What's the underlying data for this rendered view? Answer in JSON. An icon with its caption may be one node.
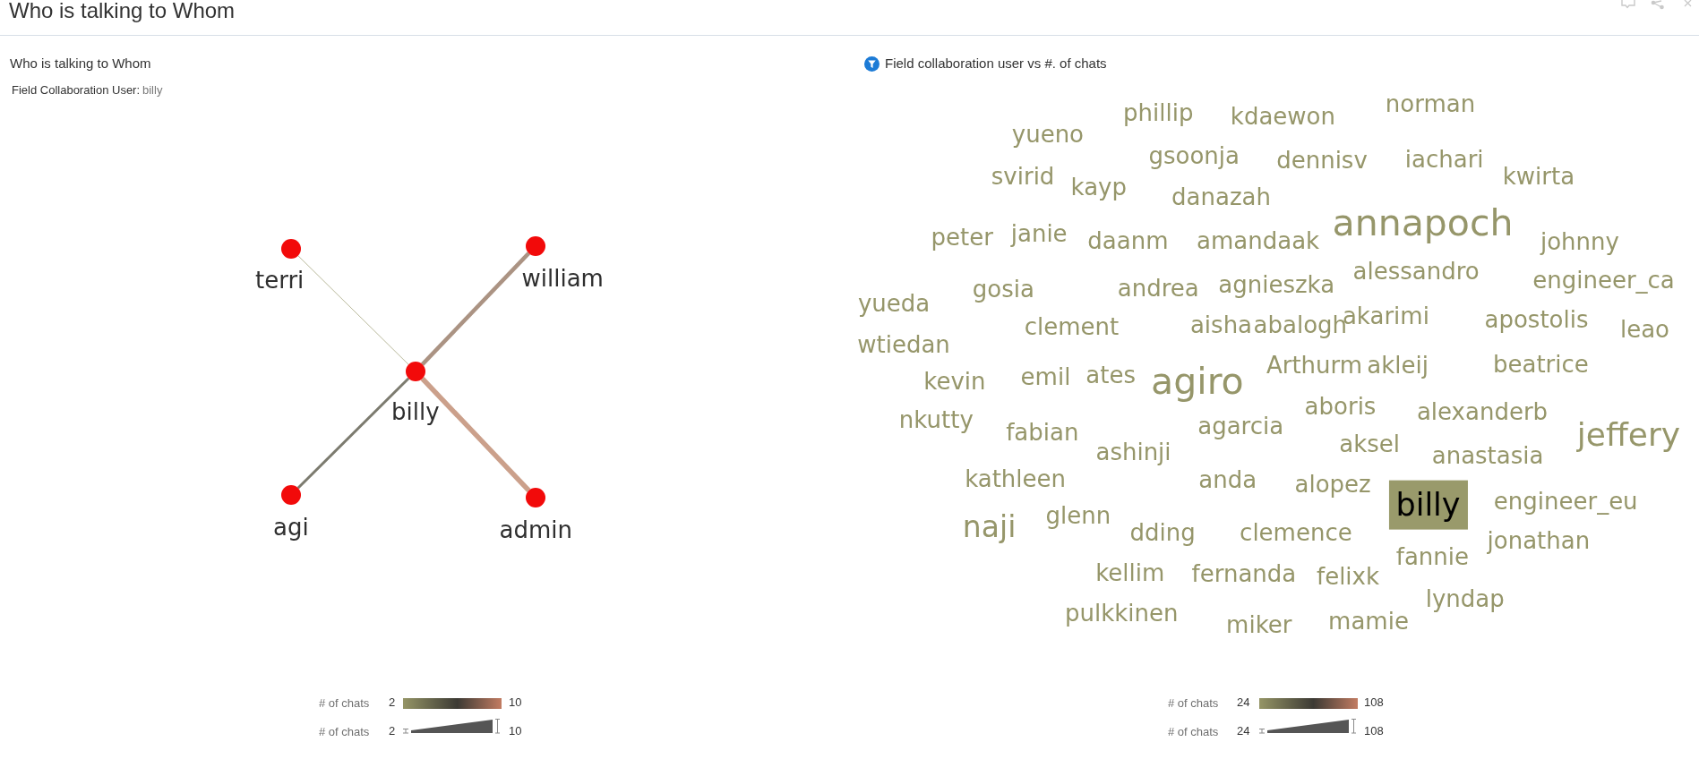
{
  "diagram": {
    "title": "Who is talking to Whom",
    "nodes": [
      {
        "text": [
          "terri"
        ]
      },
      {
        "text": [
          "william"
        ]
      },
      {
        "text": [
          "billy"
        ]
      },
      {
        "text": [
          "agi"
        ]
      },
      {
        "text": [
          "admin"
        ]
      }
    ],
    "edges": [
      {
        "from": 2,
        "to": 0,
        "arrow": "none",
        "color": "#b9b99b"
      },
      {
        "from": 2,
        "to": 1,
        "arrow": "none",
        "color": "#ab9383"
      },
      {
        "from": 2,
        "to": 3,
        "arrow": "none",
        "color": "#7c7b6f"
      },
      {
        "from": 2,
        "to": 4,
        "arrow": "none",
        "color": "#cba08b"
      }
    ],
    "labels": [
      "Who is talking to Whom",
      "Field Collaboration User:",
      "billy",
      "Field collaboration user vs #. of chats",
      "yueno",
      "phillip",
      "kdaewon",
      "norman",
      "svirid",
      "kayp",
      "gsoonja",
      "danazah",
      "dennisv",
      "iachari",
      "kwirta",
      "peter",
      "janie",
      "daanm",
      "amandaak",
      "annapoch",
      "johnny",
      "gosia",
      "andrea",
      "agnieszka",
      "alessandro",
      "engineer_ca",
      "yueda",
      "wtiedan",
      "clement",
      "aisha",
      "abalogh",
      "akarimi",
      "apostolis",
      "leao",
      "kevin",
      "emil",
      "ates",
      "agiro",
      "Arthurm",
      "akleij",
      "beatrice",
      "nkutty",
      "fabian",
      "ashinji",
      "agarcia",
      "aboris",
      "aksel",
      "alexanderb",
      "anastasia",
      "jeffery",
      "kathleen",
      "anda",
      "alopez",
      "billy",
      "engineer_eu",
      "naji",
      "glenn",
      "dding",
      "clemence",
      "jonathan",
      "kellim",
      "fernanda",
      "felixk",
      "fannie",
      "pulkkinen",
      "miker",
      "mamie",
      "lyndap",
      "2",
      "10",
      "2",
      "10",
      "24",
      "108",
      "24",
      "108"
    ],
    "legend": [
      {
        "text": "# of chats"
      },
      {
        "text": "# of chats"
      },
      {
        "text": "# of chats"
      },
      {
        "text": "# of chats"
      }
    ]
  }
}
